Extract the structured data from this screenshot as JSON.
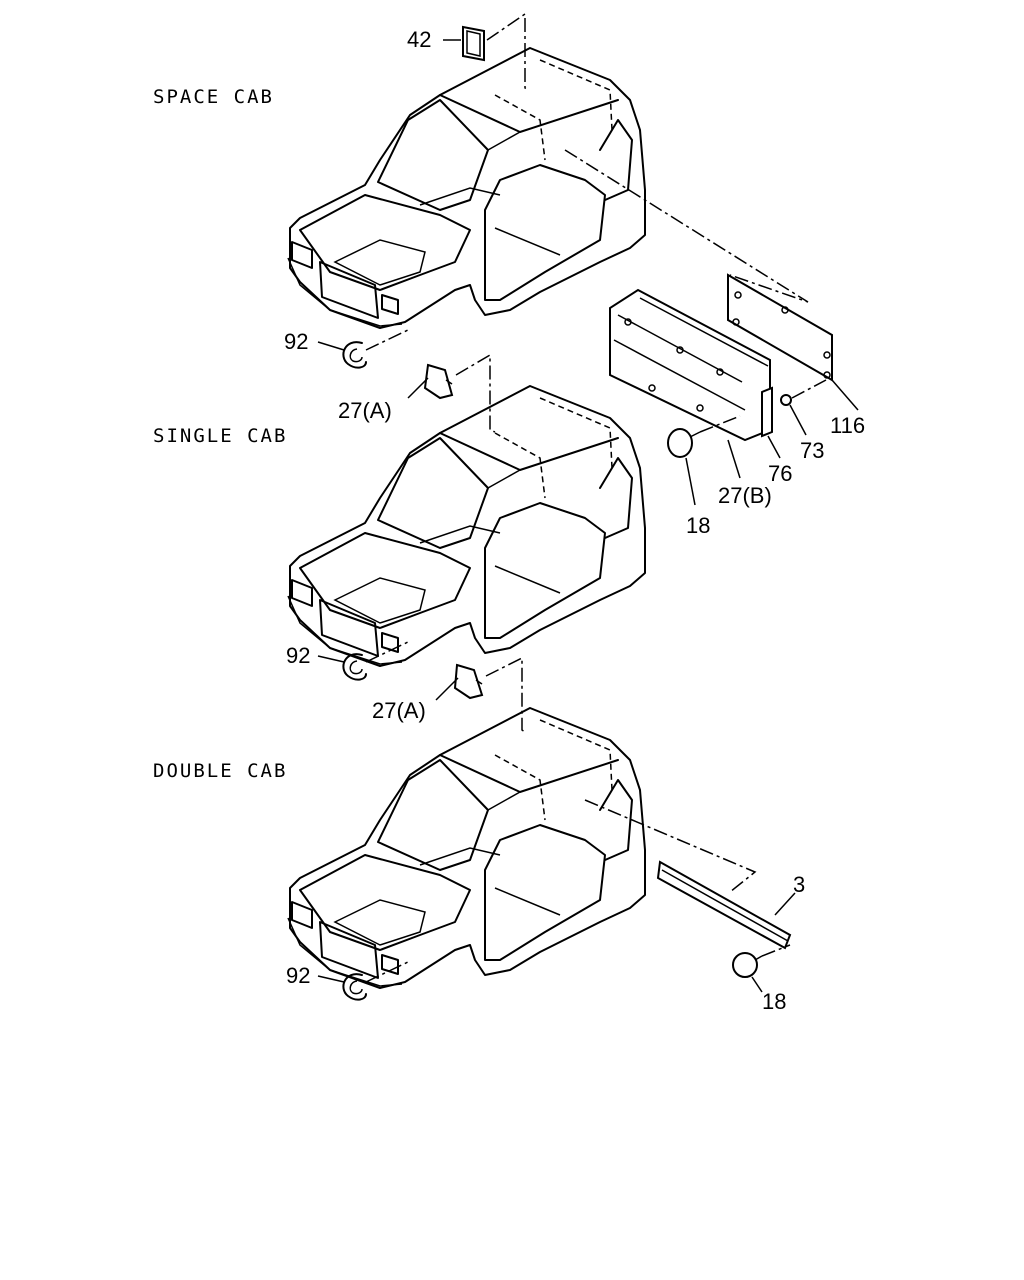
{
  "sections": {
    "space": "SPACE CAB",
    "single": "SINGLE CAB",
    "double": "DOUBLE CAB"
  },
  "callouts": {
    "c42": "42",
    "c92a": "92",
    "c27a1": "27(A)",
    "c116": "116",
    "c73": "73",
    "c76": "76",
    "c27b": "27(B)",
    "c18a": "18",
    "c92b": "92",
    "c27a2": "27(A)",
    "c3": "3",
    "c92c": "92",
    "c18b": "18"
  }
}
